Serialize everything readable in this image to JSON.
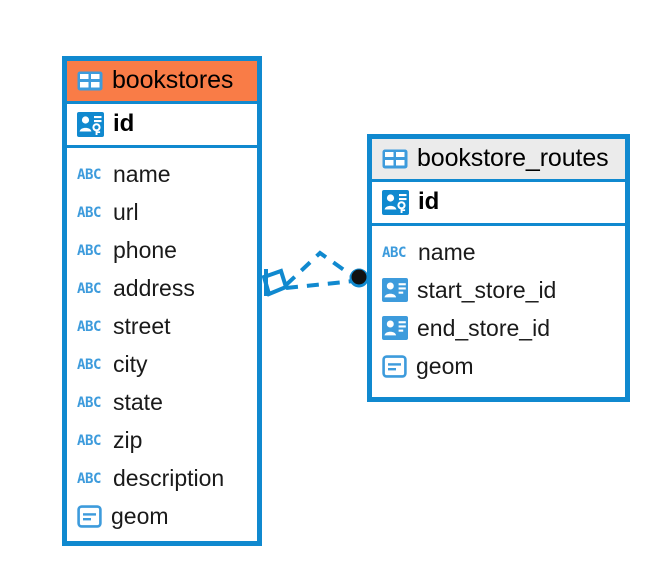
{
  "diagram": {
    "type": "entity-relationship-diagram",
    "background_color": "#ffffff",
    "accent_color": "#1089cf",
    "highlight_color": "#f97c47",
    "header_grey": "#ebebeb"
  },
  "entities": [
    {
      "name": "bookstores",
      "header_style": "accent-orange",
      "table_icon": "table-icon",
      "primary_key": {
        "label": "id",
        "icon": "primary-key-icon"
      },
      "attributes": [
        {
          "label": "name",
          "icon": "text-type-icon",
          "type": "ABC"
        },
        {
          "label": "url",
          "icon": "text-type-icon",
          "type": "ABC"
        },
        {
          "label": "phone",
          "icon": "text-type-icon",
          "type": "ABC"
        },
        {
          "label": "address",
          "icon": "text-type-icon",
          "type": "ABC"
        },
        {
          "label": "street",
          "icon": "text-type-icon",
          "type": "ABC"
        },
        {
          "label": "city",
          "icon": "text-type-icon",
          "type": "ABC"
        },
        {
          "label": "state",
          "icon": "text-type-icon",
          "type": "ABC"
        },
        {
          "label": "zip",
          "icon": "text-type-icon",
          "type": "ABC"
        },
        {
          "label": "description",
          "icon": "text-type-icon",
          "type": "ABC"
        },
        {
          "label": "geom",
          "icon": "geometry-type-icon",
          "type": "geometry"
        }
      ]
    },
    {
      "name": "bookstore_routes",
      "header_style": "accent-grey",
      "table_icon": "table-icon",
      "primary_key": {
        "label": "id",
        "icon": "primary-key-icon"
      },
      "attributes": [
        {
          "label": "name",
          "icon": "text-type-icon",
          "type": "ABC"
        },
        {
          "label": "start_store_id",
          "icon": "foreign-key-icon",
          "type": "fk"
        },
        {
          "label": "end_store_id",
          "icon": "foreign-key-icon",
          "type": "fk"
        },
        {
          "label": "geom",
          "icon": "geometry-type-icon",
          "type": "geometry"
        }
      ]
    }
  ],
  "relationship": {
    "line_style": "dashed",
    "line_color": "#1089cf",
    "source_marker": "crows-foot-diamond",
    "target_marker": "filled-circle",
    "target_marker_color": "#111111"
  }
}
